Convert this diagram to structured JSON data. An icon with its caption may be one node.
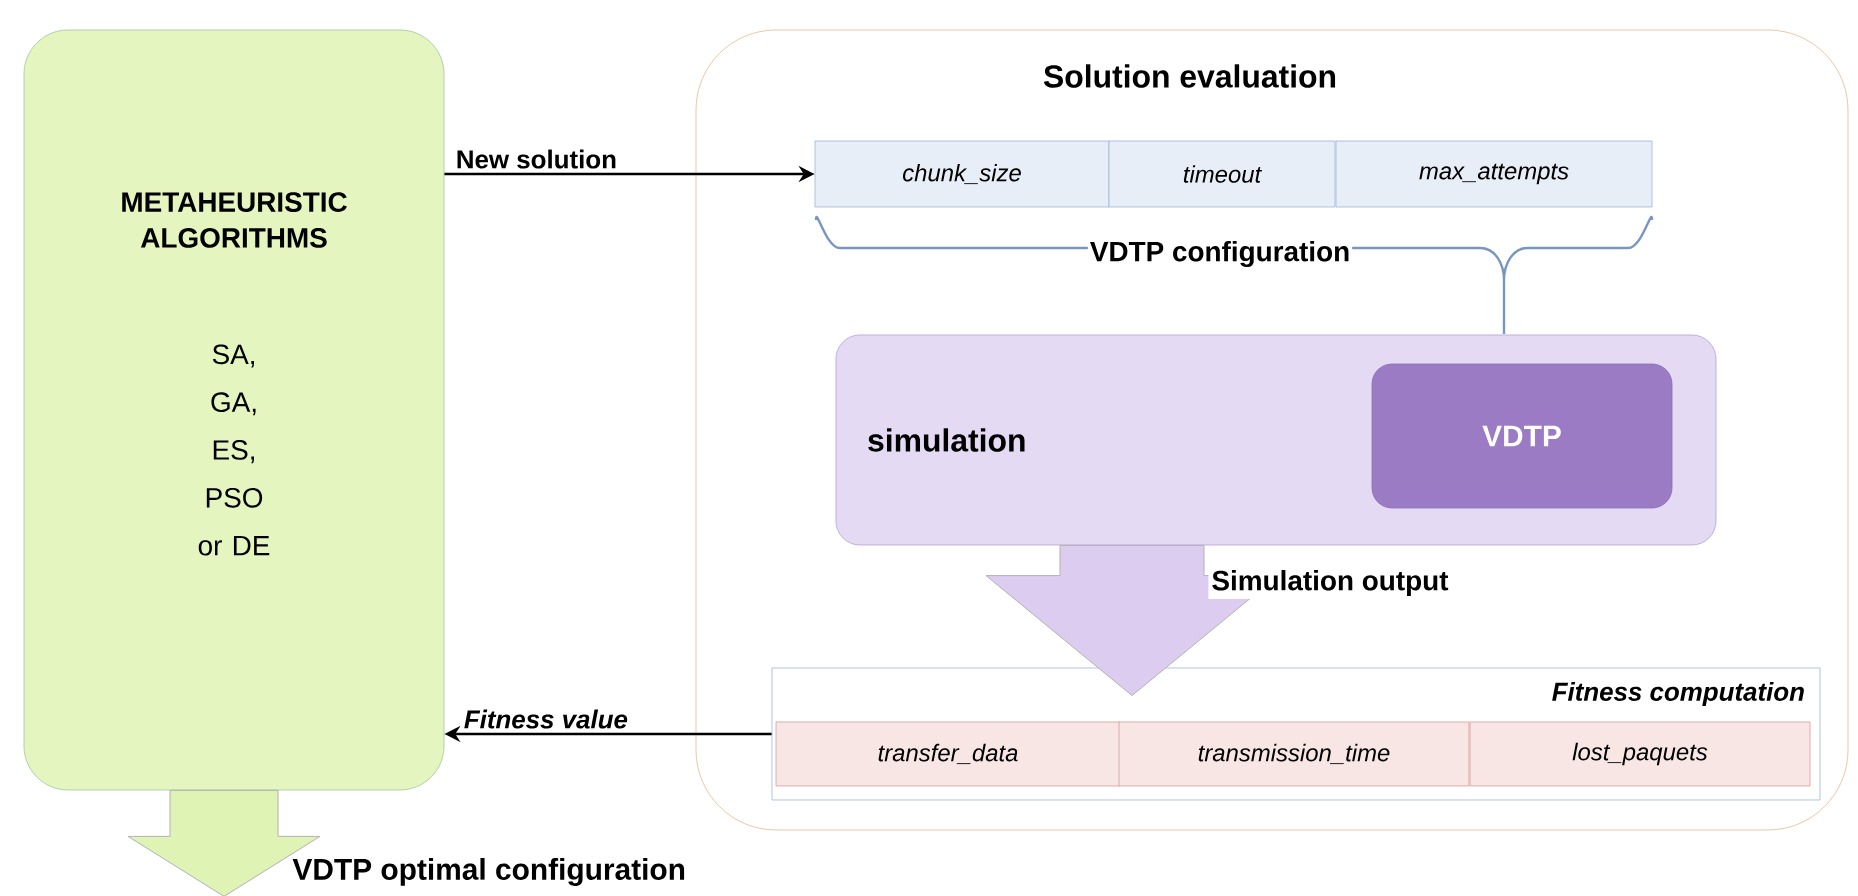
{
  "diagram": {
    "nodes": [
      {
        "text": [
          "METAHEURISTIC ALGORITHMS",
          "SA, GA, ES, PSO or DE"
        ]
      },
      {
        "text": [
          "Solution evaluation"
        ]
      },
      {
        "text": [
          "chunk_size"
        ],
        "in": 1
      },
      {
        "text": [
          "timeout"
        ],
        "in": 1
      },
      {
        "text": [
          "max_attempts"
        ],
        "in": 1
      },
      {
        "text": [
          "simulation"
        ],
        "in": 1
      },
      {
        "text": [
          "VDTP"
        ],
        "in": 5
      },
      {
        "text": [
          "Fitness computation"
        ],
        "in": 1
      },
      {
        "text": [
          "transfer_data"
        ],
        "in": 7
      },
      {
        "text": [
          "transmission_time"
        ],
        "in": 7
      },
      {
        "text": [
          "lost_paquets"
        ],
        "in": 7
      },
      {
        "text": [
          "VDTP optimal configuration"
        ]
      }
    ],
    "edges": [
      {
        "from": 0,
        "to": 2,
        "arrow": "to",
        "label": "New solution"
      },
      {
        "from": 7,
        "to": 0,
        "arrow": "to",
        "label": "Fitness value"
      },
      {
        "from": 5,
        "to": 7,
        "arrow": "to",
        "label": "Simulation output",
        "style": "thick",
        "color": "#dccdf0"
      },
      {
        "from": 0,
        "to": 11,
        "arrow": "to",
        "style": "thick",
        "color": "#def3b4"
      }
    ],
    "labels": [
      "VDTP configuration"
    ]
  }
}
